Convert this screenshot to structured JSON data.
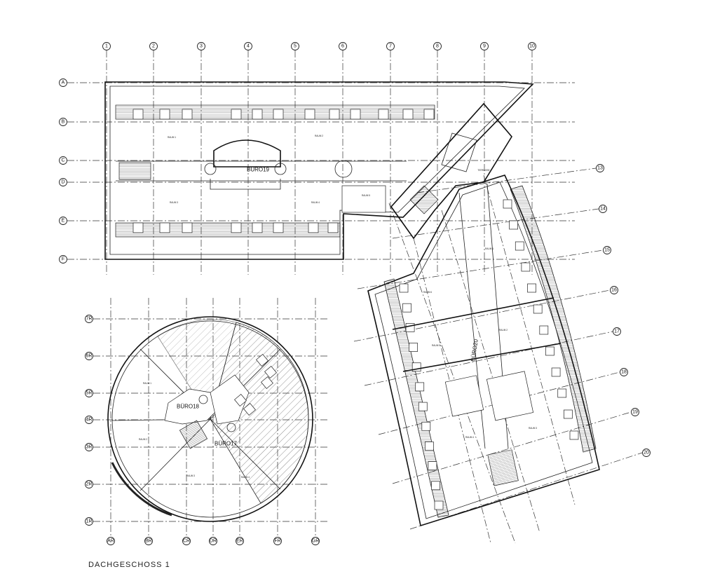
{
  "title": "DACHGESCHOSS 1",
  "grid_columns_top": [
    "1",
    "2",
    "3",
    "4",
    "5",
    "6",
    "7",
    "8",
    "9",
    "10"
  ],
  "grid_rows_left": [
    "A",
    "B",
    "C",
    "D",
    "E",
    "F"
  ],
  "grid_rows_right": [
    "13",
    "14",
    "15",
    "16",
    "17",
    "18",
    "19",
    "20"
  ],
  "grid_rows_round": [
    "7R",
    "6R",
    "5R",
    "4R",
    "3R",
    "2R",
    "1R"
  ],
  "grid_columns_round": [
    "AR",
    "BR",
    "CR",
    "DR",
    "ER",
    "FR",
    "GR"
  ],
  "units": {
    "north": "BÜRO19",
    "right_wing": "BÜRO20",
    "round_upper": "BÜRO18",
    "round_lower": "BÜRO17"
  }
}
